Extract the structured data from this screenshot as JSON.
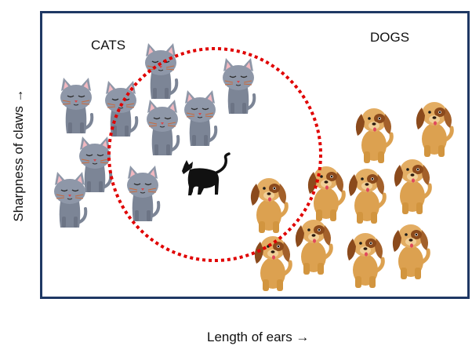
{
  "labels": {
    "cats": "CATS",
    "dogs": "DOGS",
    "x_axis": "Length of ears →",
    "y_axis": "Sharpness of claws →"
  },
  "colors": {
    "frame": "#1f3864",
    "circle": "#e00000",
    "cat": "#8e97a8",
    "dog": "#dca150",
    "dog_patch": "#8b4a1c",
    "unknown": "#111111"
  },
  "icons": {
    "cat": "cat-icon",
    "dog": "dog-icon",
    "unknown": "black-cat-silhouette-icon"
  }
}
